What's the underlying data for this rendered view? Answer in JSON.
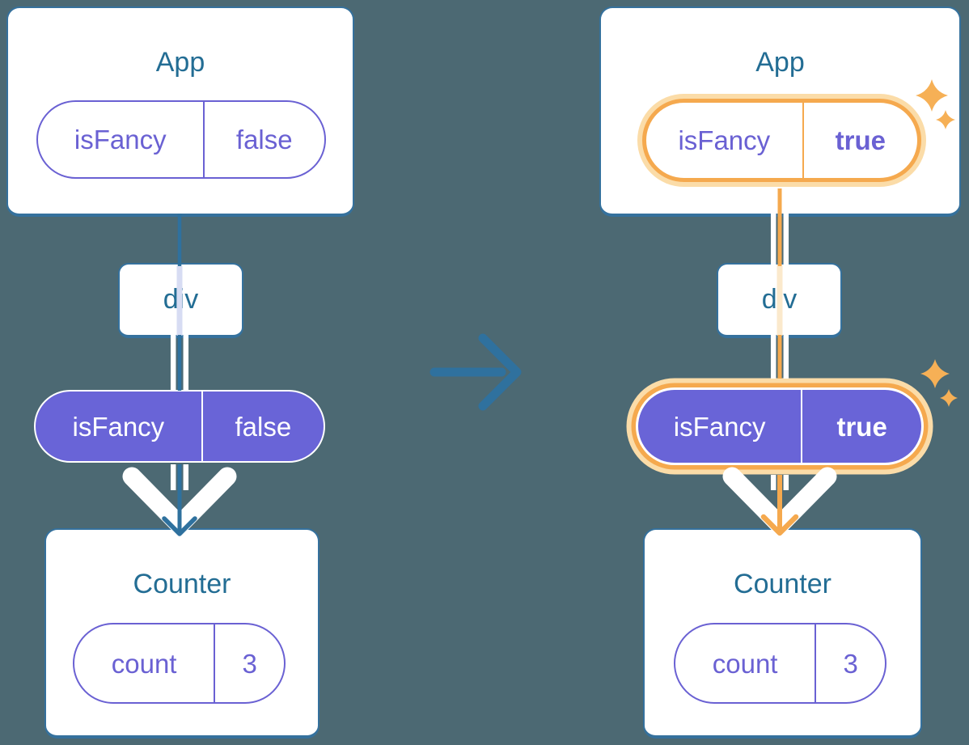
{
  "canvas": {
    "background": "#4C6973"
  },
  "colors": {
    "card_border": "#35719D",
    "title_text": "#236D94",
    "tree_line_blue": "#2F719E",
    "purple_outline": "#6A61D3",
    "purple_fill": "#6964D7",
    "prop_pipe_white": "#FFFFFF",
    "highlight_orange": "#F5A94E",
    "highlight_pale_ring": "#FBDCA8",
    "pale_orange_stripe": "#FBE9CC",
    "pale_lavender_stripe": "#D7DCF3"
  },
  "left": {
    "app": {
      "title": "App",
      "pill": {
        "key": "isFancy",
        "value": "false"
      }
    },
    "divbox": {
      "title": "div"
    },
    "state_pill": {
      "key": "isFancy",
      "value": "false"
    },
    "counter": {
      "title": "Counter",
      "pill": {
        "key": "count",
        "value": "3"
      }
    }
  },
  "right": {
    "app": {
      "title": "App",
      "pill": {
        "key": "isFancy",
        "value": "true"
      }
    },
    "divbox": {
      "title": "div"
    },
    "state_pill": {
      "key": "isFancy",
      "value": "true"
    },
    "counter": {
      "title": "Counter",
      "pill": {
        "key": "count",
        "value": "3"
      }
    }
  },
  "icons": {
    "transition_arrow": "right-arrow-icon",
    "sparkles": "four-point-star-icon"
  }
}
